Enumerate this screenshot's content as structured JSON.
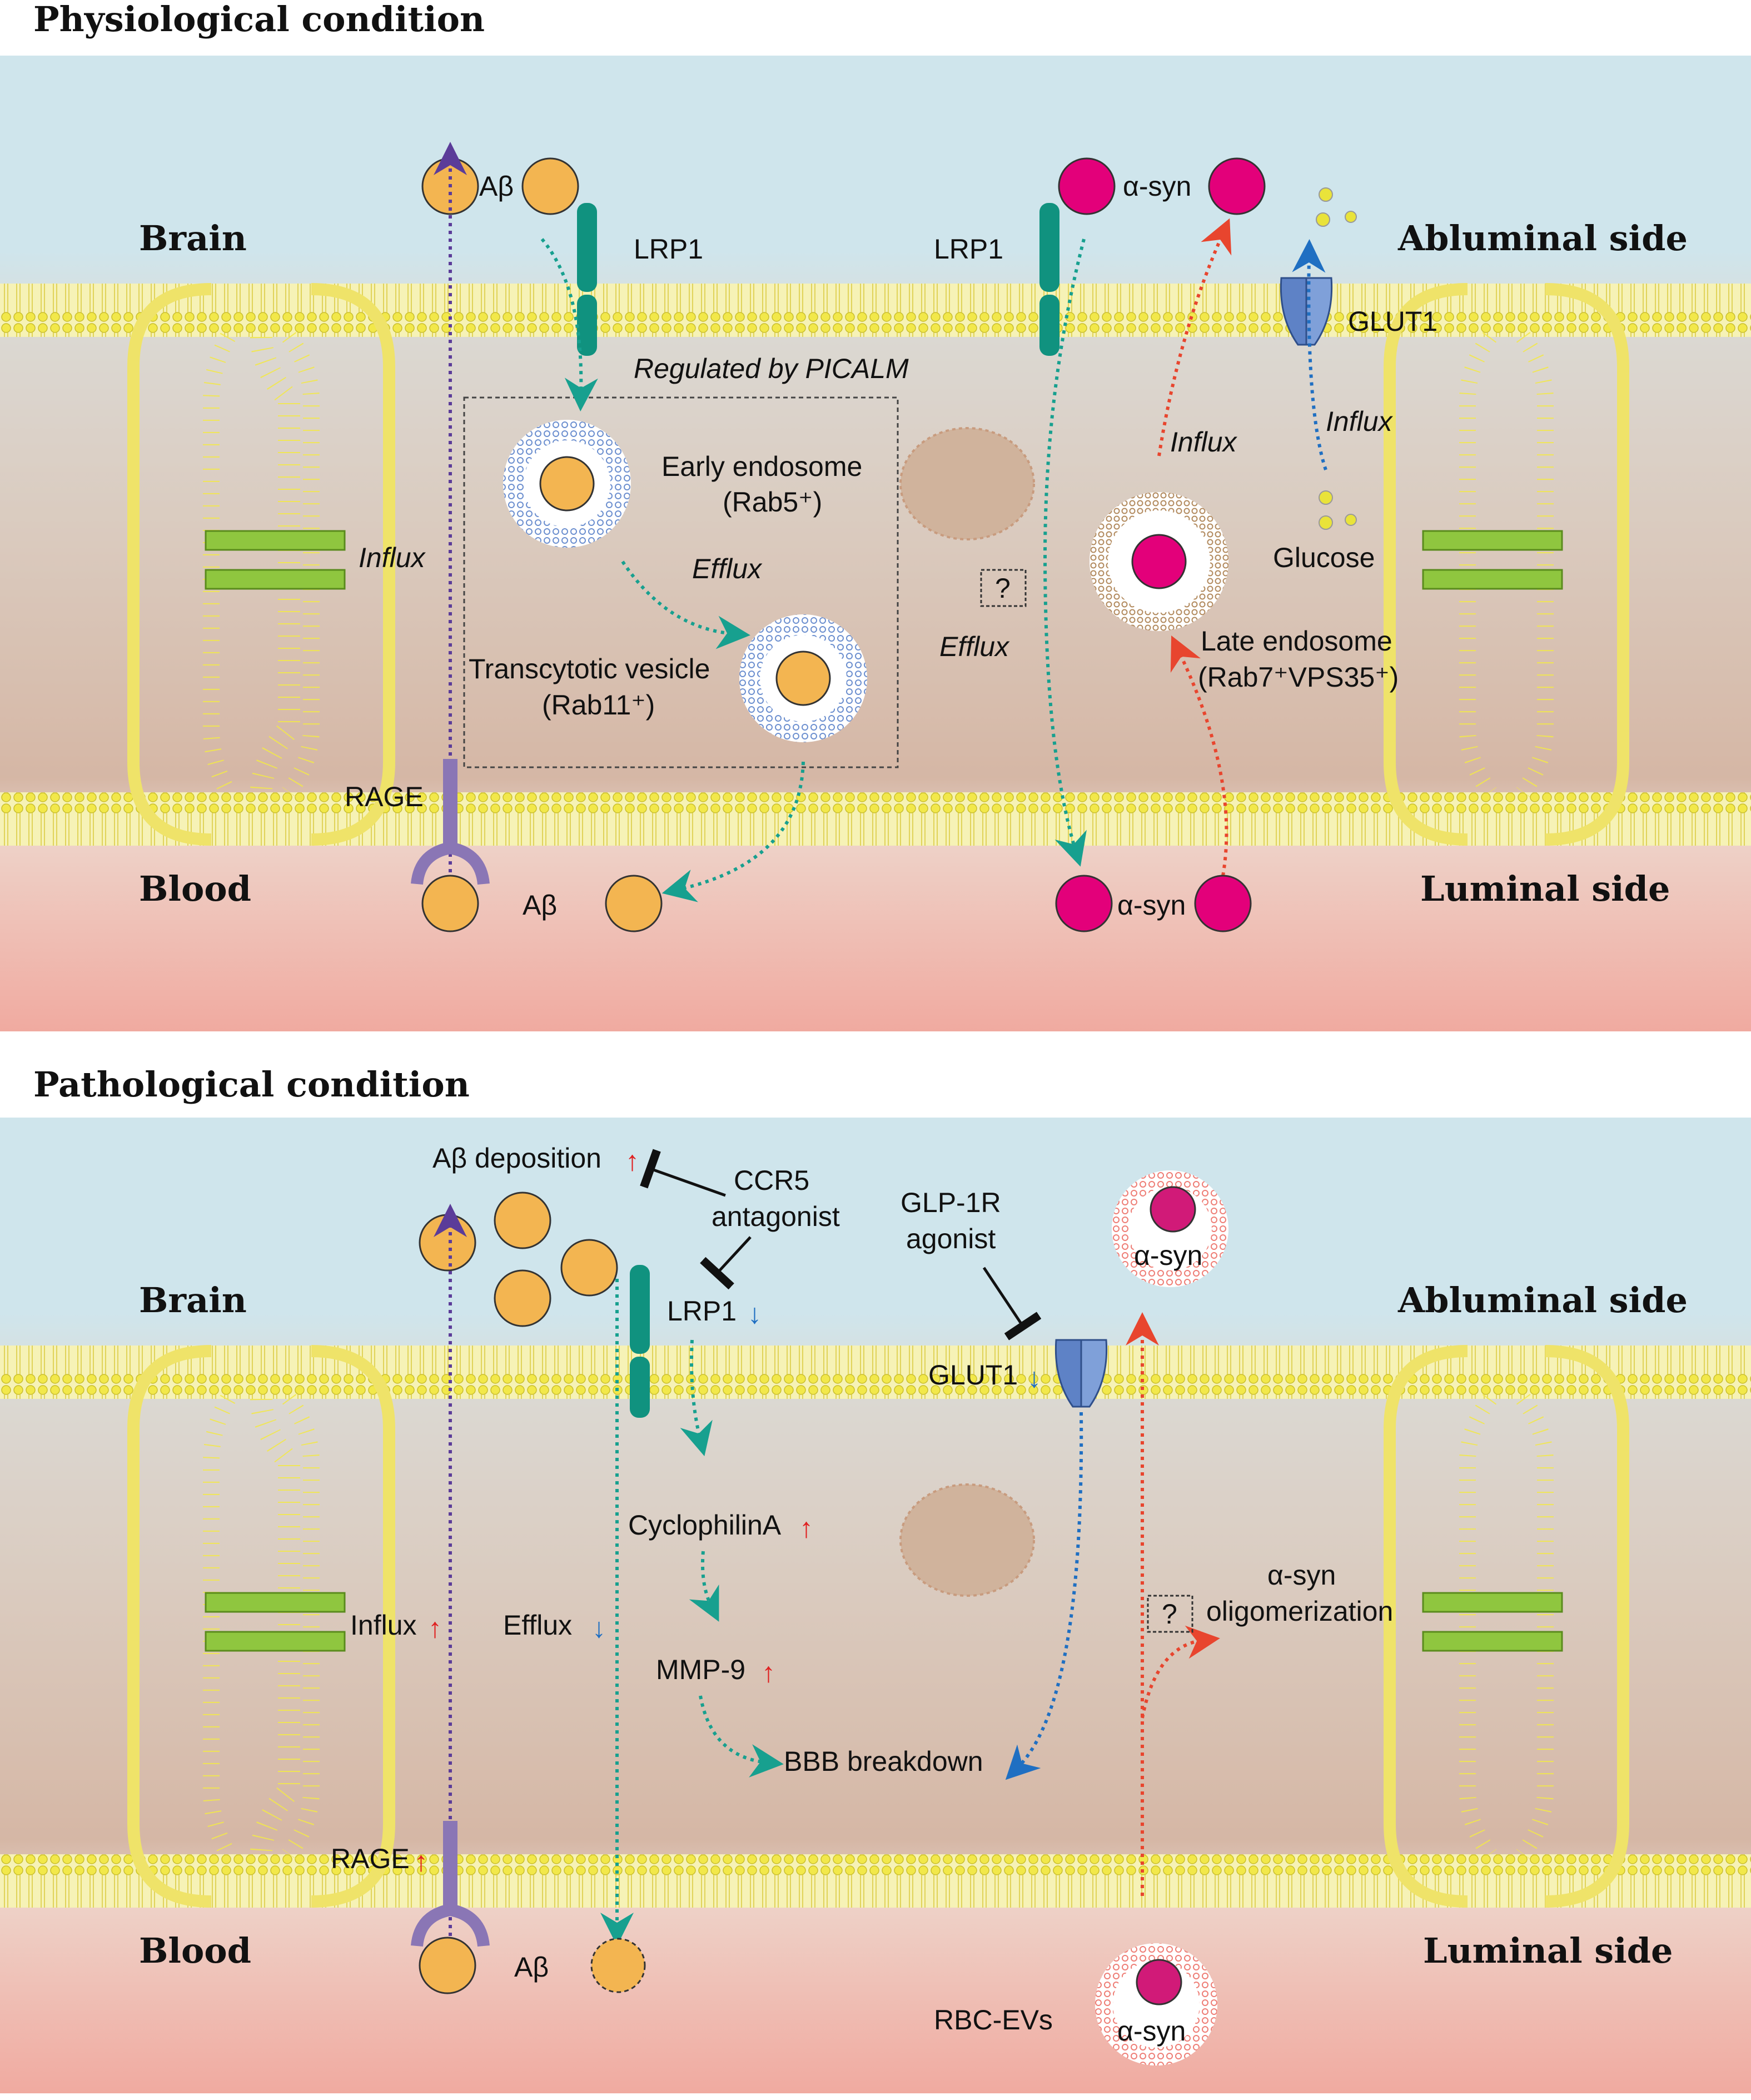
{
  "panels": {
    "physiological": {
      "title": "Physiological condition",
      "brain": "Brain",
      "blood": "Blood",
      "abluminal": "Abluminal side",
      "luminal": "Luminal side",
      "abeta_top": "Aβ",
      "abeta_bottom": "Aβ",
      "lrp1_left": "LRP1",
      "lrp1_right": "LRP1",
      "asyn_top": "α-syn",
      "asyn_bottom": "α-syn",
      "glut1": "GLUT1",
      "regulated": "Regulated by PICALM",
      "early_endosome": "Early endosome",
      "rab5": "(Rab5⁺)",
      "efflux_box": "Efflux",
      "transcytotic": "Transcytotic vesicle",
      "rab11": "(Rab11⁺)",
      "influx_left": "Influx",
      "rage": "RAGE",
      "question": "?",
      "efflux_mid": "Efflux",
      "influx_late": "Influx",
      "influx_glut": "Influx",
      "glucose": "Glucose",
      "late_endosome": "Late endosome",
      "rab7": "(Rab7⁺VPS35⁺)"
    },
    "pathological": {
      "title": "Pathological condition",
      "brain": "Brain",
      "blood": "Blood",
      "abluminal": "Abluminal side",
      "luminal": "Luminal side",
      "abeta_dep": "Aβ deposition",
      "ccr5_1": "CCR5",
      "ccr5_2": "antagonist",
      "glp_1": "GLP-1R",
      "glp_2": "agonist",
      "asyn_vesicle": "α-syn",
      "lrp1": "LRP1",
      "glut1": "GLUT1",
      "cyclophilin": "CyclophilinA",
      "mmp9": "MMP-9",
      "bbb": "BBB breakdown",
      "influx": "Influx",
      "efflux": "Efflux",
      "asyn_olig_1": "α-syn",
      "asyn_olig_2": "oligomerization",
      "question": "?",
      "rage": "RAGE",
      "abeta_bottom": "Aβ",
      "rbc_evs": "RBC-EVs",
      "asyn_bottom": "α-syn"
    }
  },
  "colors": {
    "abeta": "#f3b551",
    "asyn": "#e3007a",
    "lrp1": "#10927f",
    "glut1": "#5e82c6",
    "rage": "#8a76b5",
    "tight_junction": "#8fc63f",
    "up_arrow": "#e02020",
    "down_arrow": "#1f6fc2"
  }
}
